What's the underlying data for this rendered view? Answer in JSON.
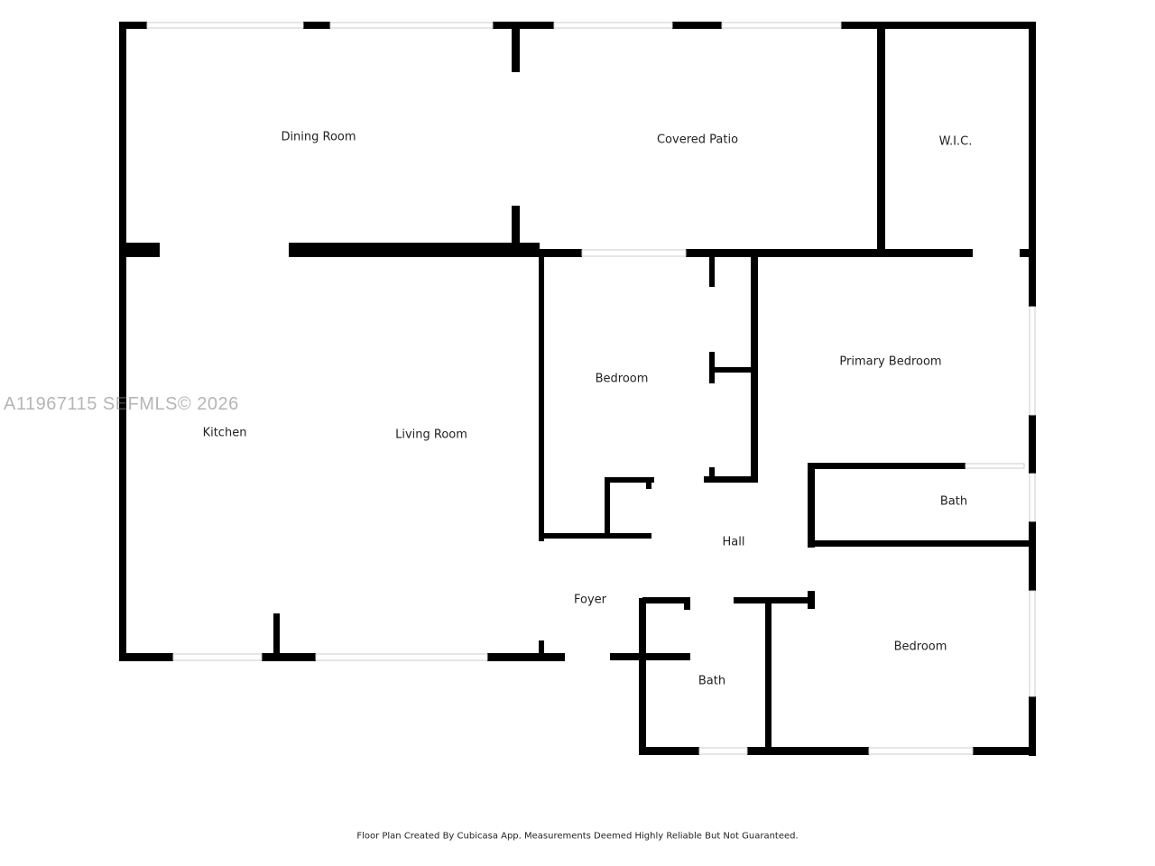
{
  "rooms": {
    "dining_room": "Dining Room",
    "covered_patio": "Covered Patio",
    "wic": "W.I.C.",
    "bedroom_1": "Bedroom",
    "primary_bedroom": "Primary Bedroom",
    "kitchen": "Kitchen",
    "living_room": "Living Room",
    "bath_1": "Bath",
    "hall": "Hall",
    "foyer": "Foyer",
    "bedroom_2": "Bedroom",
    "bath_2": "Bath"
  },
  "watermark": "A11967115  SEFMLS© 2026",
  "footer": "Floor Plan Created By Cubicasa App. Measurements Deemed Highly Reliable But Not Guaranteed.",
  "colors": {
    "wall": "#000000",
    "window": "#cccccc",
    "background": "#ffffff"
  }
}
